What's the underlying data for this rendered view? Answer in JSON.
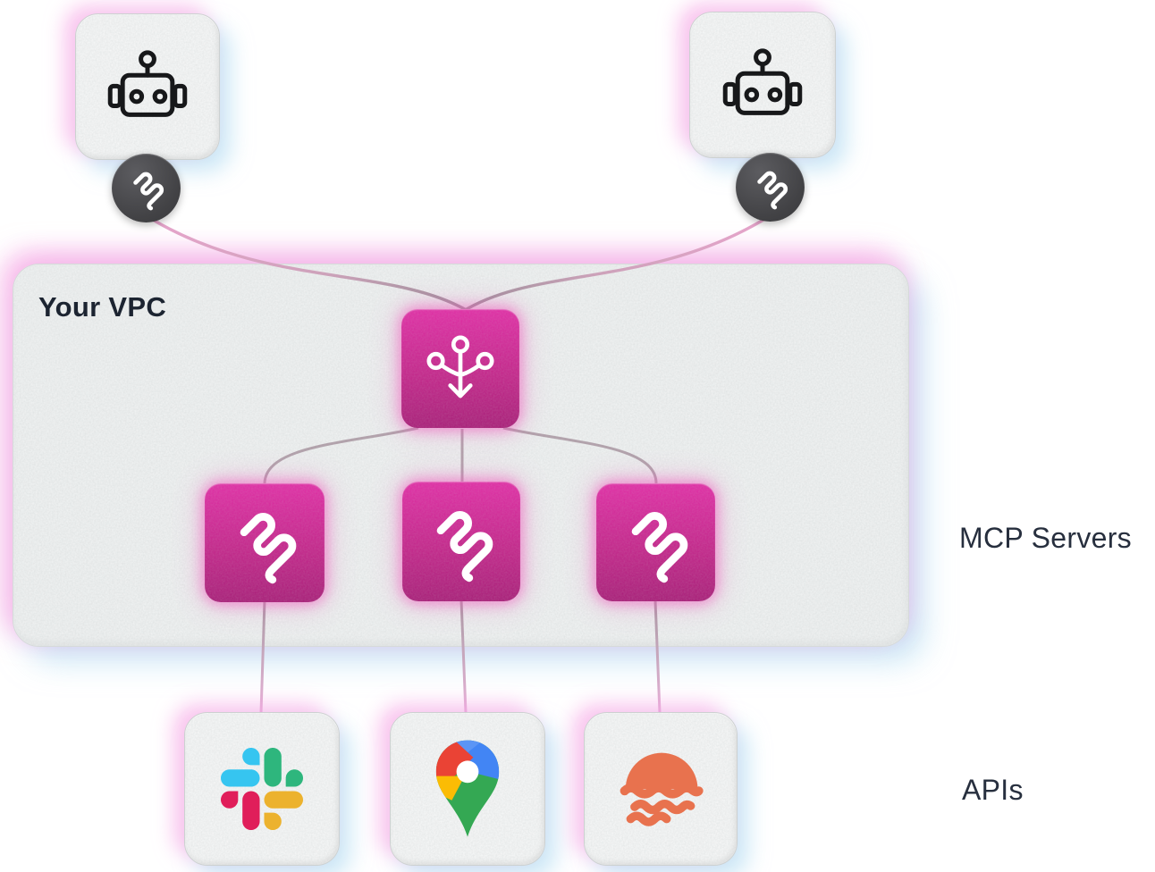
{
  "labels": {
    "vpc": "Your VPC",
    "mcp_servers": "MCP Servers",
    "apis": "APIs"
  },
  "icons": {
    "agent": "robot-icon",
    "agent_badge": "mcp-squiggle-logo",
    "hub": "fan-in-merge-arrow-icon",
    "mcp_server": "mcp-squiggle-logo",
    "api_logos": [
      "slack-logo",
      "google-maps-pin-logo",
      "sunset-logo"
    ]
  },
  "colors": {
    "magenta_node_top": "#e02ba4",
    "magenta_node_bottom": "#a81c77",
    "badge_dark": "#48484b",
    "vpc_fill": "#f2f4f4",
    "connector_pink": "#e6a4cb",
    "connector_gray": "#9b9199",
    "connector_mauve": "#b2a3ac",
    "glow_pink": "#f69ee2",
    "glow_blue": "#a3d5ee",
    "label_text": "#272f3e",
    "slack": {
      "blue": "#36C5F0",
      "green": "#2EB67D",
      "yellow": "#ECB22E",
      "red": "#E01E5A"
    },
    "google_maps": {
      "blue": "#4285F4",
      "red": "#EA4335",
      "yellow": "#FBBC04",
      "green": "#34A853"
    },
    "sunset_orange": "#E8724E"
  },
  "structure": {
    "agents_count": 2,
    "mcp_servers_count": 3,
    "apis_count": 3
  }
}
